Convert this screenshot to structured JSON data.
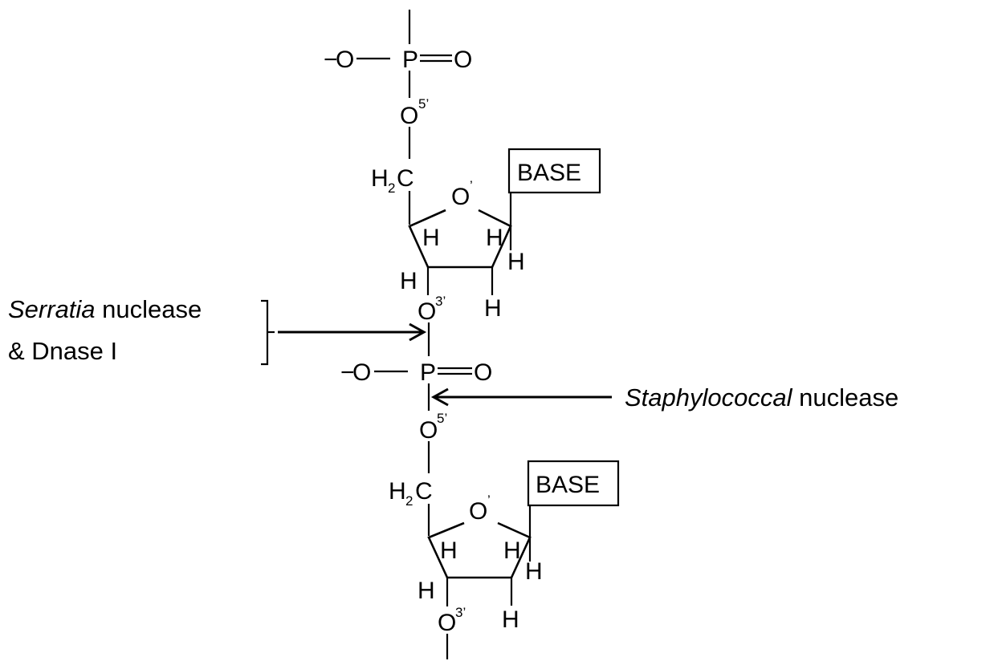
{
  "colors": {
    "ink": "#000000",
    "background": "#ffffff"
  },
  "atoms": {
    "oxygen": "O",
    "phosphorus": "P",
    "hydrogen": "H",
    "carbon": "C",
    "minus": "−"
  },
  "primes": {
    "five": "5’",
    "three": "3’",
    "ring": "’",
    "subscript_two": "2"
  },
  "base_label": "BASE",
  "labels": {
    "serratia_italic": "Serratia",
    "serratia_rest": " nuclease",
    "dnase": "& Dnase I",
    "staph_italic": "Staphylococcal",
    "staph_rest": " nuclease"
  }
}
